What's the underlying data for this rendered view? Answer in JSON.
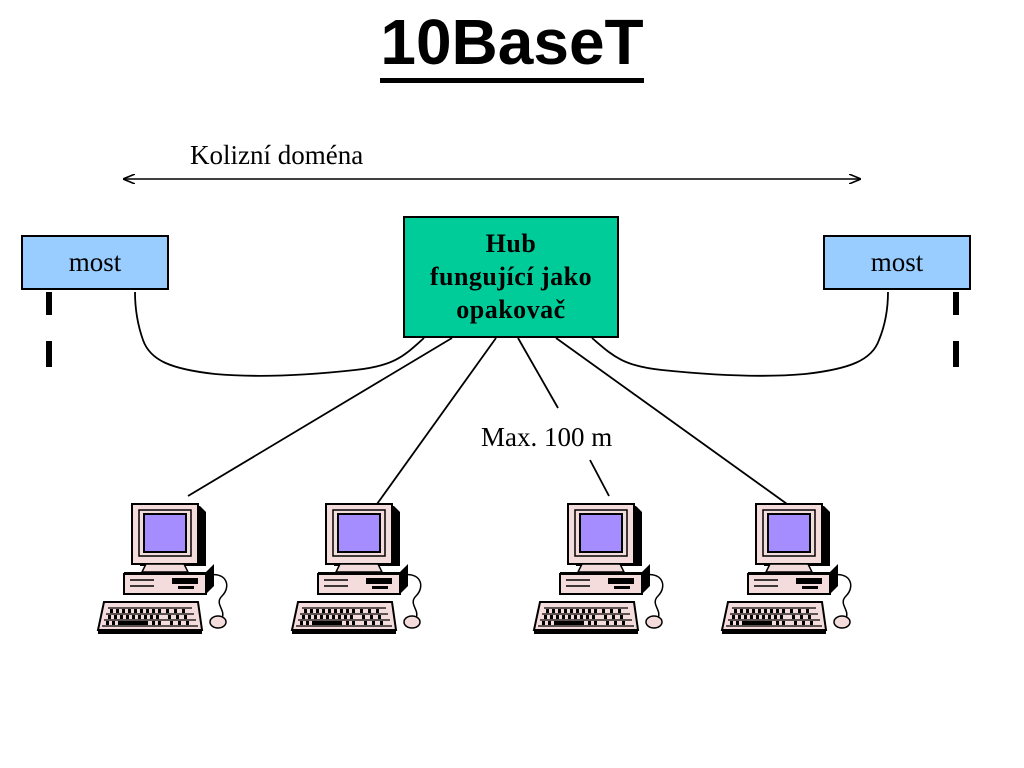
{
  "title": "10BaseT",
  "collision_domain_label": "Kolizní doména",
  "bridge_left_label": "most",
  "bridge_right_label": "most",
  "hub": {
    "line1": "Hub",
    "line2": "fungující jako",
    "line3": "opakovač"
  },
  "max_distance_label": "Max. 100 m",
  "colors": {
    "hub_fill": "#00cc99",
    "bridge_fill": "#99ccff",
    "screen_fill": "#a58cff",
    "computer_body": "#f5dcdc"
  },
  "computers": [
    {
      "icon": "desktop-computer-icon"
    },
    {
      "icon": "desktop-computer-icon"
    },
    {
      "icon": "desktop-computer-icon"
    },
    {
      "icon": "desktop-computer-icon"
    }
  ]
}
